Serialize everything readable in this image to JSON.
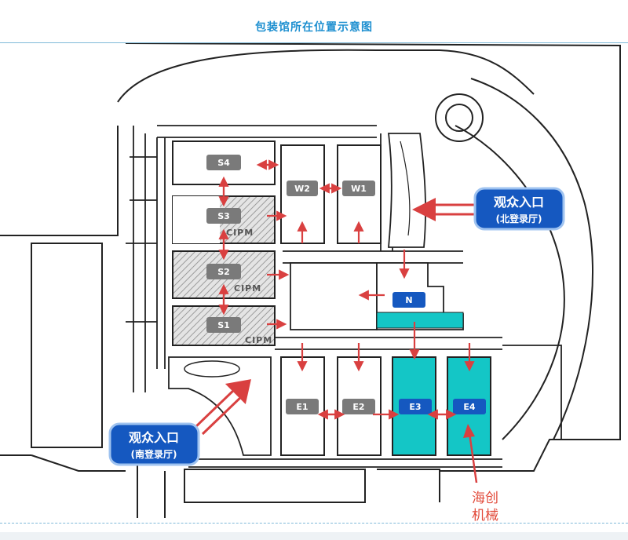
{
  "title": "包装馆所在位置示意图",
  "halls": {
    "S4": "S4",
    "S3": "S3",
    "S2": "S2",
    "S1": "S1",
    "W2": "W2",
    "W1": "W1",
    "N": "N",
    "E1": "E1",
    "E2": "E2",
    "E3": "E3",
    "E4": "E4"
  },
  "cipm_label": "CIPM",
  "entrance_north": {
    "main": "观众入口",
    "sub": "(北登录厅)"
  },
  "entrance_south": {
    "main": "观众入口",
    "sub": "(南登录厅)"
  },
  "company_label": {
    "line1": "海创",
    "line2": "机械"
  },
  "colors": {
    "title": "#1d8fd0",
    "hall_label": "#7a7a7a",
    "highlight": "#14c6c6",
    "entrance": "#1558c0",
    "arrow": "#d94040",
    "note": "#e24a3a"
  }
}
